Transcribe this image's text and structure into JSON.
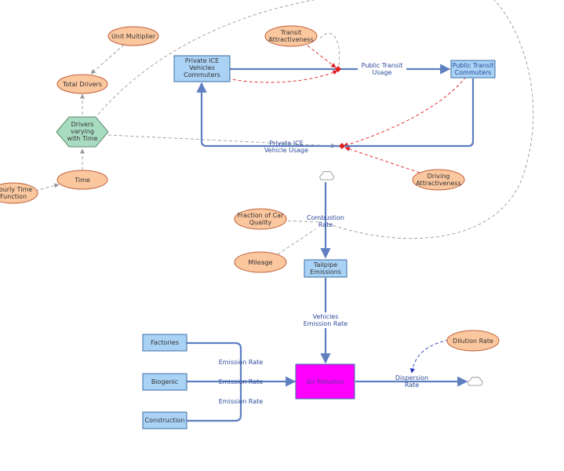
{
  "diagram": {
    "stocks": {
      "private_ice": [
        "Private ICE",
        "Vehicles",
        "Commuters"
      ],
      "public_transit": [
        "Public Transit",
        "Commuters"
      ],
      "tailpipe": [
        "Tailpipe",
        "Emissions"
      ],
      "factories": [
        "Factories"
      ],
      "biogenic": [
        "Biogenic"
      ],
      "construction": [
        "Construction"
      ],
      "air_pollution": [
        "Air Pollution"
      ]
    },
    "auxiliaries": {
      "unit_multiplier": [
        "Unit Multiplier"
      ],
      "total_drivers": [
        "Total Drivers"
      ],
      "transit_attractiveness": [
        "Transit",
        "Attractiveness"
      ],
      "time": [
        "Time"
      ],
      "hourly_time_function": [
        "Hourly Time",
        "Function"
      ],
      "driving_attractiveness": [
        "Driving",
        "Attractiveness"
      ],
      "fraction_car_quality": [
        "Fraction of Car",
        "Quality"
      ],
      "mileage": [
        "Mileage"
      ],
      "dilution_rate": [
        "Dilution Rate"
      ]
    },
    "hexagon": {
      "drivers_varying": [
        "Drivers",
        "varying",
        "with Time"
      ]
    },
    "flows": {
      "public_transit_usage": [
        "Public Transit",
        "Usage"
      ],
      "private_ice_usage": [
        "Private ICE",
        "Vehicle Usage"
      ],
      "combustion_rate": [
        "Combustion",
        "Rate"
      ],
      "vehicles_emission_rate": [
        "Vehicles",
        "Emission Rate"
      ],
      "emission_rate_factories": [
        "Emission Rate"
      ],
      "emission_rate_biogenic": [
        "Emission Rate"
      ],
      "emission_rate_construction": [
        "Emission Rate"
      ],
      "dispersion_rate": [
        "Dispersion",
        "Rate"
      ]
    },
    "colors": {
      "stock_fill": "#a9d2f5",
      "air_pollution_fill": "#ff00ff",
      "aux_fill": "#fbc79f",
      "hexagon_fill": "#a8dcc0",
      "flow_pipe": "#5e7fc0",
      "link_grey": "#9a9a9a",
      "link_red": "#e02020",
      "link_blue": "#2233bb"
    }
  }
}
